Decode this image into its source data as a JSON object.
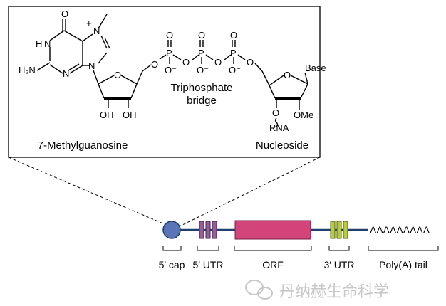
{
  "structure": {
    "labels": {
      "methylguanosine": "7-Methylguanosine",
      "triphosphate_line1": "Triphosphate",
      "triphosphate_line2": "bridge",
      "nucleoside": "Nucleoside",
      "base": "Base",
      "ome": "OMe",
      "rna": "RNA",
      "oh_left": "OH",
      "oh_right": "OH",
      "h2n": "H₂N",
      "methyl_charge": "+"
    },
    "atoms": {
      "oxygen": "O",
      "nitrogen": "N",
      "phosphorus": "P",
      "o_minus": "O⁻"
    }
  },
  "mrna": {
    "segments": [
      {
        "id": "cap",
        "label": "5′ cap"
      },
      {
        "id": "utr5",
        "label": "5′ UTR"
      },
      {
        "id": "orf",
        "label": "ORF"
      },
      {
        "id": "utr3",
        "label": "3′ UTR"
      },
      {
        "id": "polya",
        "label": "Poly(A) tail"
      }
    ],
    "polya_sequence": "AAAAAAAAA"
  },
  "colors": {
    "cap": "#5b74b8",
    "utr5": "#9b5a9a",
    "orf": "#d2447a",
    "utr3": "#b8cc3a",
    "backbone": "#1f3f6e"
  },
  "watermark": {
    "text": "丹纳赫生命科学"
  }
}
